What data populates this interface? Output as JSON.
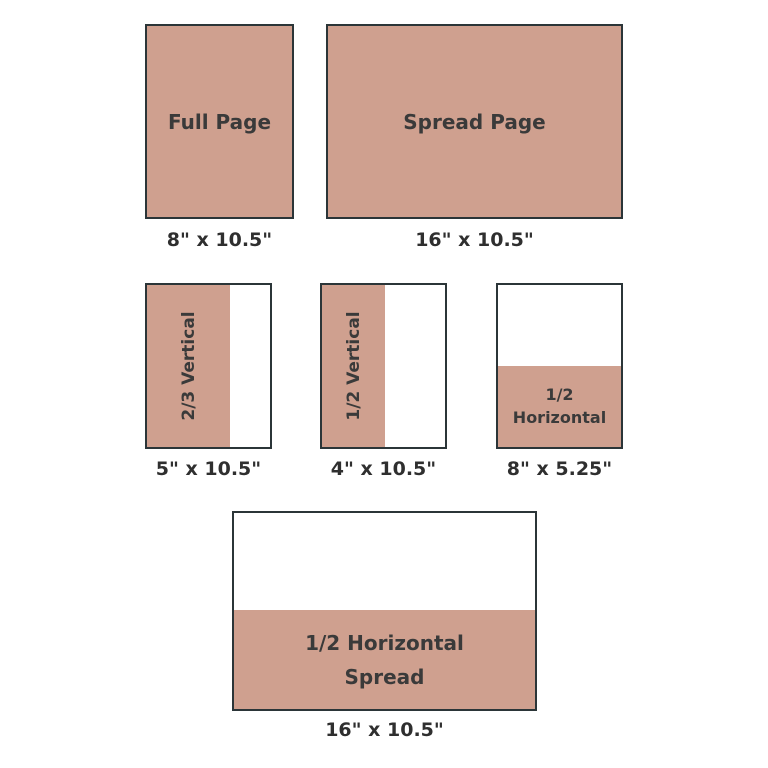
{
  "colors": {
    "fill": "#cfa08f",
    "border": "#2b3538",
    "text": "#3a3a3a"
  },
  "ad_sizes": {
    "full_page": {
      "label": "Full Page",
      "size": "8\" x 10.5\""
    },
    "spread_page": {
      "label": "Spread Page",
      "size": "16\" x 10.5\""
    },
    "two_thirds_vertical": {
      "label": "2/3 Vertical",
      "size": "5\" x 10.5\""
    },
    "half_vertical": {
      "label": "1/2 Vertical",
      "size": "4\" x 10.5\""
    },
    "half_horizontal": {
      "label_line1": "1/2",
      "label_line2": "Horizontal",
      "size": "8\" x 5.25\""
    },
    "half_horizontal_spread": {
      "label_line1": "1/2 Horizontal",
      "label_line2": "Spread",
      "size": "16\" x 10.5\""
    }
  }
}
